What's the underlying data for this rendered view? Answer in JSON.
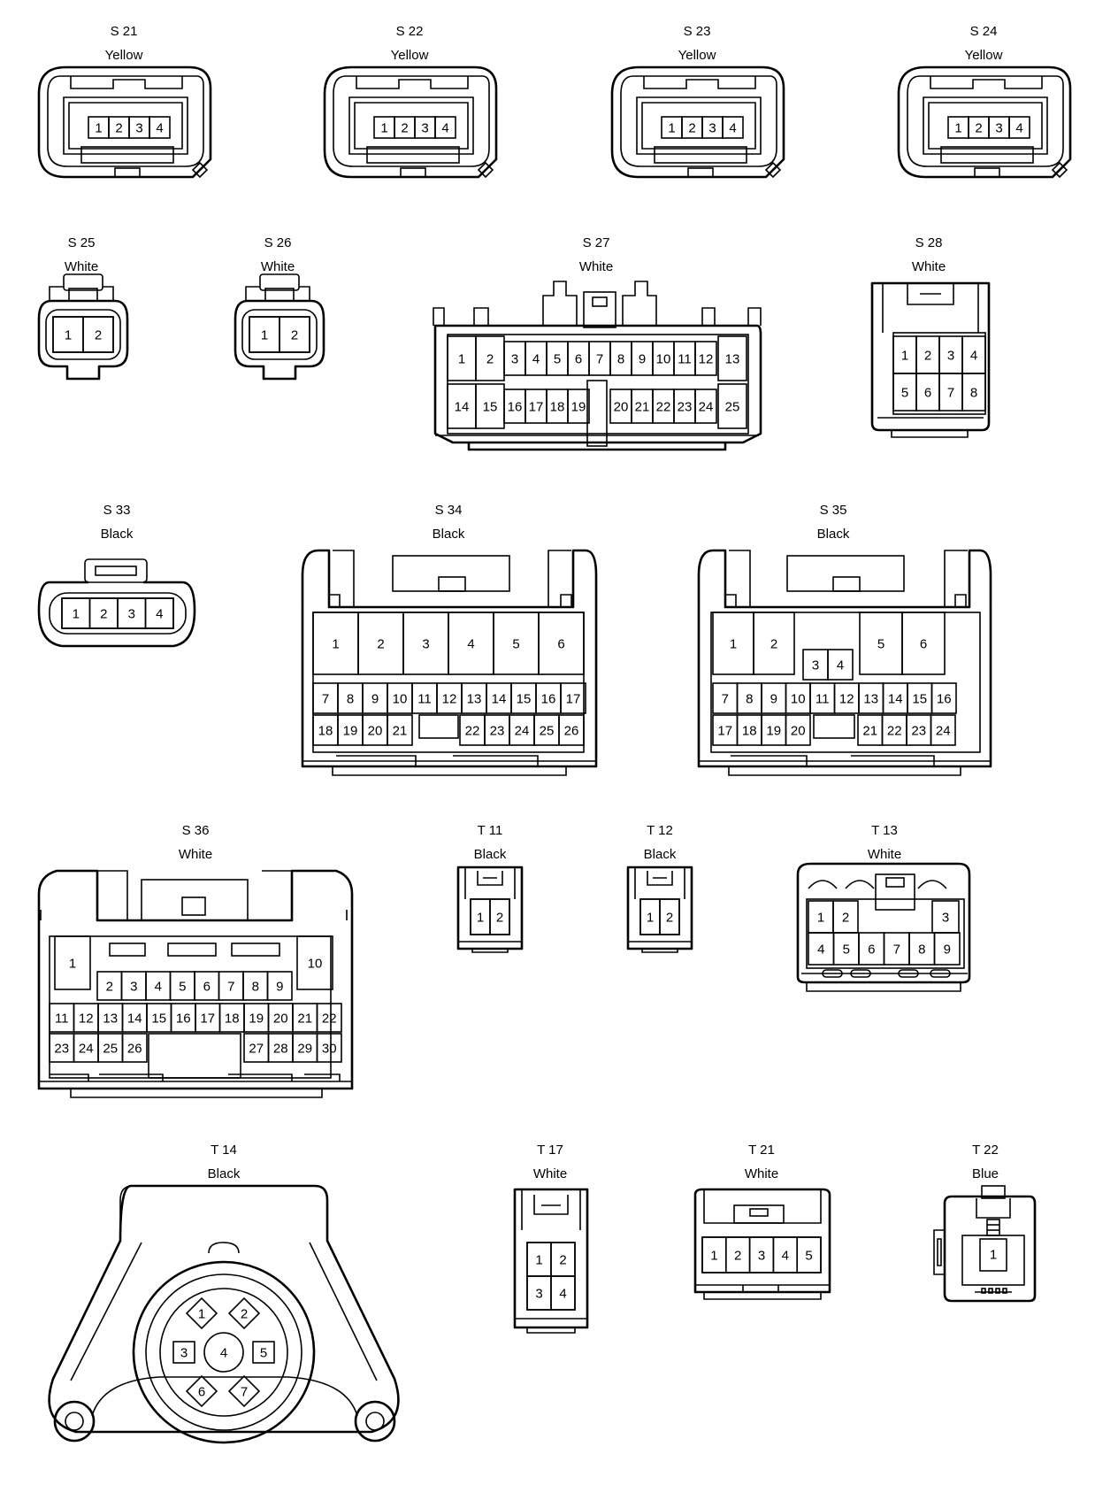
{
  "connectors": [
    {
      "id": "S21",
      "code": "S 21",
      "color": "Yellow",
      "pins": [
        "1",
        "2",
        "3",
        "4"
      ]
    },
    {
      "id": "S22",
      "code": "S 22",
      "color": "Yellow",
      "pins": [
        "1",
        "2",
        "3",
        "4"
      ]
    },
    {
      "id": "S23",
      "code": "S 23",
      "color": "Yellow",
      "pins": [
        "1",
        "2",
        "3",
        "4"
      ]
    },
    {
      "id": "S24",
      "code": "S 24",
      "color": "Yellow",
      "pins": [
        "1",
        "2",
        "3",
        "4"
      ]
    },
    {
      "id": "S25",
      "code": "S 25",
      "color": "White",
      "pins": [
        "1",
        "2"
      ]
    },
    {
      "id": "S26",
      "code": "S 26",
      "color": "White",
      "pins": [
        "1",
        "2"
      ]
    },
    {
      "id": "S27",
      "code": "S 27",
      "color": "White",
      "pins": [
        "1",
        "2",
        "3",
        "4",
        "5",
        "6",
        "7",
        "8",
        "9",
        "10",
        "11",
        "12",
        "13",
        "14",
        "15",
        "16",
        "17",
        "18",
        "19",
        "20",
        "21",
        "22",
        "23",
        "24",
        "25"
      ]
    },
    {
      "id": "S28",
      "code": "S 28",
      "color": "White",
      "pins": [
        "1",
        "2",
        "3",
        "4",
        "5",
        "6",
        "7",
        "8"
      ]
    },
    {
      "id": "S33",
      "code": "S 33",
      "color": "Black",
      "pins": [
        "1",
        "2",
        "3",
        "4"
      ]
    },
    {
      "id": "S34",
      "code": "S 34",
      "color": "Black",
      "pins": [
        "1",
        "2",
        "3",
        "4",
        "5",
        "6",
        "7",
        "8",
        "9",
        "10",
        "11",
        "12",
        "13",
        "14",
        "15",
        "16",
        "17",
        "18",
        "19",
        "20",
        "21",
        "22",
        "23",
        "24",
        "25",
        "26"
      ]
    },
    {
      "id": "S35",
      "code": "S 35",
      "color": "Black",
      "pins": [
        "1",
        "2",
        "3",
        "4",
        "5",
        "6",
        "7",
        "8",
        "9",
        "10",
        "11",
        "12",
        "13",
        "14",
        "15",
        "16",
        "17",
        "18",
        "19",
        "20",
        "21",
        "22",
        "23",
        "24"
      ]
    },
    {
      "id": "S36",
      "code": "S 36",
      "color": "White",
      "pins": [
        "1",
        "2",
        "3",
        "4",
        "5",
        "6",
        "7",
        "8",
        "9",
        "10",
        "11",
        "12",
        "13",
        "14",
        "15",
        "16",
        "17",
        "18",
        "19",
        "20",
        "21",
        "22",
        "23",
        "24",
        "25",
        "26",
        "27",
        "28",
        "29",
        "30"
      ]
    },
    {
      "id": "T11",
      "code": "T 11",
      "color": "Black",
      "pins": [
        "1",
        "2"
      ]
    },
    {
      "id": "T12",
      "code": "T 12",
      "color": "Black",
      "pins": [
        "1",
        "2"
      ]
    },
    {
      "id": "T13",
      "code": "T 13",
      "color": "White",
      "pins": [
        "1",
        "2",
        "3",
        "4",
        "5",
        "6",
        "7",
        "8",
        "9"
      ]
    },
    {
      "id": "T14",
      "code": "T 14",
      "color": "Black",
      "pins": [
        "1",
        "2",
        "3",
        "4",
        "5",
        "6",
        "7"
      ]
    },
    {
      "id": "T17",
      "code": "T 17",
      "color": "White",
      "pins": [
        "1",
        "2",
        "3",
        "4"
      ]
    },
    {
      "id": "T21",
      "code": "T 21",
      "color": "White",
      "pins": [
        "1",
        "2",
        "3",
        "4",
        "5"
      ]
    },
    {
      "id": "T22",
      "code": "T 22",
      "color": "Blue",
      "pins": [
        "1"
      ]
    }
  ]
}
